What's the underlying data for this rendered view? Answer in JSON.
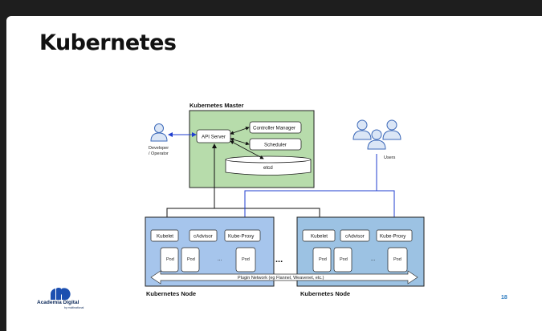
{
  "slide": {
    "title": "Kubernetes",
    "page_number": "18",
    "logo_text": "Academia Digital",
    "logo_subtext": "by multinational"
  },
  "diagram": {
    "master_label": "Kubernetes Master",
    "api_server": "API Server",
    "controller_manager": "Controller Manager",
    "scheduler": "Scheduler",
    "etcd": "etcd",
    "developer_label_line1": "Developer",
    "developer_label_line2": "/ Operator",
    "users_label": "Users",
    "node_label": "Kubernetes Node",
    "kubelet": "Kubelet",
    "cadvisor": "cAdvisor",
    "kube_proxy": "Kube-Proxy",
    "pod": "Pod",
    "ellipsis": "...",
    "between_nodes": "...",
    "plugin_network": "Plugin Network (eg Flannel, Weavenet, etc.)"
  },
  "colors": {
    "master_fill": "#b7dcab",
    "node_left_fill": "#a6c5ec",
    "node_right_fill": "#9cc2e3",
    "blue_arrow": "#1f3ecf",
    "accent": "#2a7ac0"
  }
}
